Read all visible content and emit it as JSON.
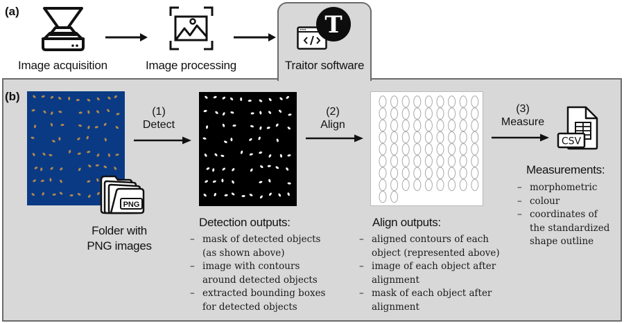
{
  "panel_a": {
    "label": "(a)",
    "steps": [
      {
        "label": "Image acquisition",
        "icon": "scanner-icon"
      },
      {
        "label": "Image processing",
        "icon": "image-frame-icon"
      },
      {
        "label": "Traitor software",
        "icon": "code-window-icon",
        "badge_letter": "T"
      }
    ]
  },
  "panel_b": {
    "label": "(b)",
    "input": {
      "caption_line1": "Folder with",
      "caption_line2": "PNG images",
      "folder_badge": "PNG"
    },
    "arrows": [
      {
        "number": "(1)",
        "label": "Detect"
      },
      {
        "number": "(2)",
        "label": "Align"
      },
      {
        "number": "(3)",
        "label": "Measure"
      }
    ],
    "detection": {
      "title": "Detection outputs:",
      "items": [
        {
          "line1": "mask of detected objects",
          "line2": "(as shown above)"
        },
        {
          "line1": "image with contours",
          "line2": "around detected objects"
        },
        {
          "line1": "extracted bounding boxes",
          "line2": "for detected objects"
        }
      ]
    },
    "align": {
      "title": "Align outputs:",
      "items": [
        {
          "line1": "aligned contours of each",
          "line2": "object (represented above)"
        },
        {
          "line1": "image of each object after",
          "line2": "alignment"
        },
        {
          "line1": "mask of each object after",
          "line2": "alignment"
        }
      ],
      "grid": {
        "columns": 9,
        "full_rows": 8,
        "last_row_count": 2
      }
    },
    "measure": {
      "file_badge": "CSV",
      "title": "Measurements:",
      "items": [
        {
          "line1": "morphometric",
          "line2": ""
        },
        {
          "line1": "colour",
          "line2": ""
        },
        {
          "line1": "coordinates of",
          "line2": "the standardized",
          "line3": "shape outline"
        }
      ]
    }
  },
  "colors": {
    "panel_bg": "#d8d8d8",
    "panel_border": "#6a6a6a",
    "scan_bg": "#0b3a84",
    "seed": "#b48a4c",
    "mask_bg": "#000000",
    "mask_obj": "#ffffff",
    "contour": "#a8a8a8"
  }
}
